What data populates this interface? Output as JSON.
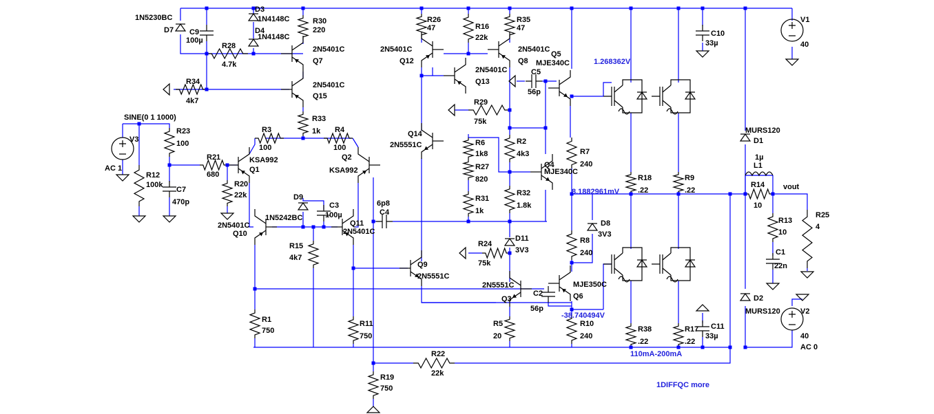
{
  "colors": {
    "wire": "#0000ff",
    "component": "#000000",
    "annotation": "#2222dd",
    "background": "#ffffff"
  },
  "components": [
    {
      "id": "D7",
      "name": "D7",
      "value": "1N5230BC"
    },
    {
      "id": "C9",
      "name": "C9",
      "value": "100µ"
    },
    {
      "id": "D3",
      "name": "D3",
      "value": "1N4148C"
    },
    {
      "id": "D4",
      "name": "D4",
      "value": "1N4148C"
    },
    {
      "id": "R30",
      "name": "R30",
      "value": "220"
    },
    {
      "id": "R28",
      "name": "R28",
      "value": "4.7k"
    },
    {
      "id": "Q7",
      "name": "Q7",
      "value": "2N5401C"
    },
    {
      "id": "R34",
      "name": "R34",
      "value": "4k7"
    },
    {
      "id": "Q15",
      "name": "Q15",
      "value": "2N5401C"
    },
    {
      "id": "R33",
      "name": "R33",
      "value": "1k"
    },
    {
      "id": "V3",
      "name": "V3",
      "value": "AC 1",
      "extra": "SINE(0 1 1000)"
    },
    {
      "id": "R23",
      "name": "R23",
      "value": "100"
    },
    {
      "id": "R12",
      "name": "R12",
      "value": "100k"
    },
    {
      "id": "R21",
      "name": "R21",
      "value": "680"
    },
    {
      "id": "C7",
      "name": "C7",
      "value": "470p"
    },
    {
      "id": "R3",
      "name": "R3",
      "value": "100"
    },
    {
      "id": "R4",
      "name": "R4",
      "value": "100"
    },
    {
      "id": "Q1",
      "name": "Q1",
      "value": "KSA992"
    },
    {
      "id": "Q2",
      "name": "Q2",
      "value": "KSA992"
    },
    {
      "id": "R20",
      "name": "R20",
      "value": "22k"
    },
    {
      "id": "D9",
      "name": "D9",
      "value": "1N5242BC"
    },
    {
      "id": "C3",
      "name": "C3",
      "value": "100µ"
    },
    {
      "id": "Q10",
      "name": "Q10",
      "value": "2N5401C"
    },
    {
      "id": "Q11",
      "name": "Q11",
      "value": "2N5401C"
    },
    {
      "id": "R15",
      "name": "R15",
      "value": "4k7"
    },
    {
      "id": "R1",
      "name": "R1",
      "value": "750"
    },
    {
      "id": "R11",
      "name": "R11",
      "value": "750"
    },
    {
      "id": "R19",
      "name": "R19",
      "value": "750"
    },
    {
      "id": "R22",
      "name": "R22",
      "value": "22k"
    },
    {
      "id": "C4",
      "name": "C4",
      "value": "6p8"
    },
    {
      "id": "R26",
      "name": "R26",
      "value": "47"
    },
    {
      "id": "R16",
      "name": "R16",
      "value": "22k"
    },
    {
      "id": "R35",
      "name": "R35",
      "value": "47"
    },
    {
      "id": "Q12",
      "name": "Q12",
      "value": "2N5401C"
    },
    {
      "id": "Q8",
      "name": "Q8",
      "value": "2N5401C"
    },
    {
      "id": "Q13",
      "name": "Q13",
      "value": "2N5401C"
    },
    {
      "id": "Q14",
      "name": "Q14",
      "value": "2N5551C"
    },
    {
      "id": "R29",
      "name": "R29",
      "value": "75k"
    },
    {
      "id": "R6",
      "name": "R6",
      "value": "1k8"
    },
    {
      "id": "R27",
      "name": "R27",
      "value": "820"
    },
    {
      "id": "R31",
      "name": "R31",
      "value": "1k"
    },
    {
      "id": "R2",
      "name": "R2",
      "value": "4k3"
    },
    {
      "id": "R32",
      "name": "R32",
      "value": "1.8k"
    },
    {
      "id": "Q4",
      "name": "Q4",
      "value": "MJE340C"
    },
    {
      "id": "D11",
      "name": "D11",
      "value": "3V3"
    },
    {
      "id": "R24",
      "name": "R24",
      "value": "75k"
    },
    {
      "id": "Q9",
      "name": "Q9",
      "value": "2N5551C"
    },
    {
      "id": "Q3",
      "name": "Q3",
      "value": "2N5551C"
    },
    {
      "id": "R5",
      "name": "R5",
      "value": "20"
    },
    {
      "id": "C2",
      "name": "C2",
      "value": "56p"
    },
    {
      "id": "C5",
      "name": "C5",
      "value": "56p"
    },
    {
      "id": "Q5",
      "name": "Q5",
      "value": "MJE340C"
    },
    {
      "id": "Q6",
      "name": "Q6",
      "value": "MJE350C"
    },
    {
      "id": "R7",
      "name": "R7",
      "value": "240"
    },
    {
      "id": "R8",
      "name": "R8",
      "value": "240"
    },
    {
      "id": "R10",
      "name": "R10",
      "value": "240"
    },
    {
      "id": "D8",
      "name": "D8",
      "value": "3V3"
    },
    {
      "id": "R18",
      "name": "R18",
      "value": ".22"
    },
    {
      "id": "R9",
      "name": "R9",
      "value": ".22"
    },
    {
      "id": "R38",
      "name": "R38",
      "value": ".22"
    },
    {
      "id": "R17",
      "name": "R17",
      "value": ".22"
    },
    {
      "id": "C10",
      "name": "C10",
      "value": "33µ"
    },
    {
      "id": "C11",
      "name": "C11",
      "value": "33µ"
    },
    {
      "id": "V1",
      "name": "V1",
      "value": "40"
    },
    {
      "id": "V2",
      "name": "V2",
      "value": "40",
      "extra": "AC 0"
    },
    {
      "id": "D1",
      "name": "D1",
      "value": "MURS120"
    },
    {
      "id": "D2",
      "name": "D2",
      "value": "MURS120"
    },
    {
      "id": "L1",
      "name": "L1",
      "value": "1µ"
    },
    {
      "id": "R14",
      "name": "R14",
      "value": "10"
    },
    {
      "id": "R13",
      "name": "R13",
      "value": "10"
    },
    {
      "id": "C1",
      "name": "C1",
      "value": "22n"
    },
    {
      "id": "R25",
      "name": "R25",
      "value": "4"
    }
  ],
  "net_labels": {
    "vout": "vout"
  },
  "annotations": {
    "v_top": "1.268362V",
    "v_mid": "8.1882961mV",
    "v_bot": "-38.740494V",
    "bias": "110mA-200mA",
    "title": "1DIFFQC more"
  }
}
